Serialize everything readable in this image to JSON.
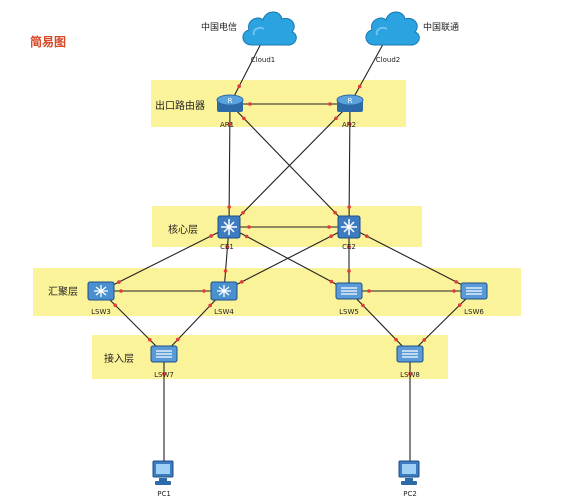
{
  "title": "简易图",
  "layers": {
    "egress": "出口路由器",
    "core": "核心层",
    "aggregation": "汇聚层",
    "access": "接入层"
  },
  "isps": {
    "telecom": "中国电信",
    "unicom": "中国联通"
  },
  "devices": {
    "cloud1": "Cloud1",
    "cloud2": "Cloud2",
    "ar1": "AR1",
    "ar2": "AR2",
    "ce1": "CE1",
    "ce2": "CE2",
    "lsw3": "LSW3",
    "lsw4": "LSW4",
    "lsw5": "LSW5",
    "lsw6": "LSW6",
    "lsw7": "LSW7",
    "lsw8": "LSW8",
    "pc1": "PC1",
    "pc2": "PC2"
  },
  "colors": {
    "band": "#fbf39a",
    "link": "#222222",
    "port": "#e23a3a",
    "cloud": "#2aa3e0",
    "device": "#3a7fc1",
    "title": "#d64a2a"
  },
  "links": [
    [
      "cloud1",
      "ar1"
    ],
    [
      "cloud2",
      "ar2"
    ],
    [
      "ar1",
      "ar2"
    ],
    [
      "ar1",
      "ce1"
    ],
    [
      "ar1",
      "ce2"
    ],
    [
      "ar2",
      "ce1"
    ],
    [
      "ar2",
      "ce2"
    ],
    [
      "ce1",
      "ce2"
    ],
    [
      "ce1",
      "lsw3"
    ],
    [
      "ce1",
      "lsw4"
    ],
    [
      "ce1",
      "lsw5"
    ],
    [
      "ce2",
      "lsw4"
    ],
    [
      "ce2",
      "lsw5"
    ],
    [
      "ce2",
      "lsw6"
    ],
    [
      "lsw3",
      "lsw4"
    ],
    [
      "lsw5",
      "lsw6"
    ],
    [
      "lsw3",
      "lsw7"
    ],
    [
      "lsw4",
      "lsw7"
    ],
    [
      "lsw5",
      "lsw8"
    ],
    [
      "lsw6",
      "lsw8"
    ],
    [
      "lsw7",
      "pc1"
    ],
    [
      "lsw8",
      "pc2"
    ]
  ]
}
